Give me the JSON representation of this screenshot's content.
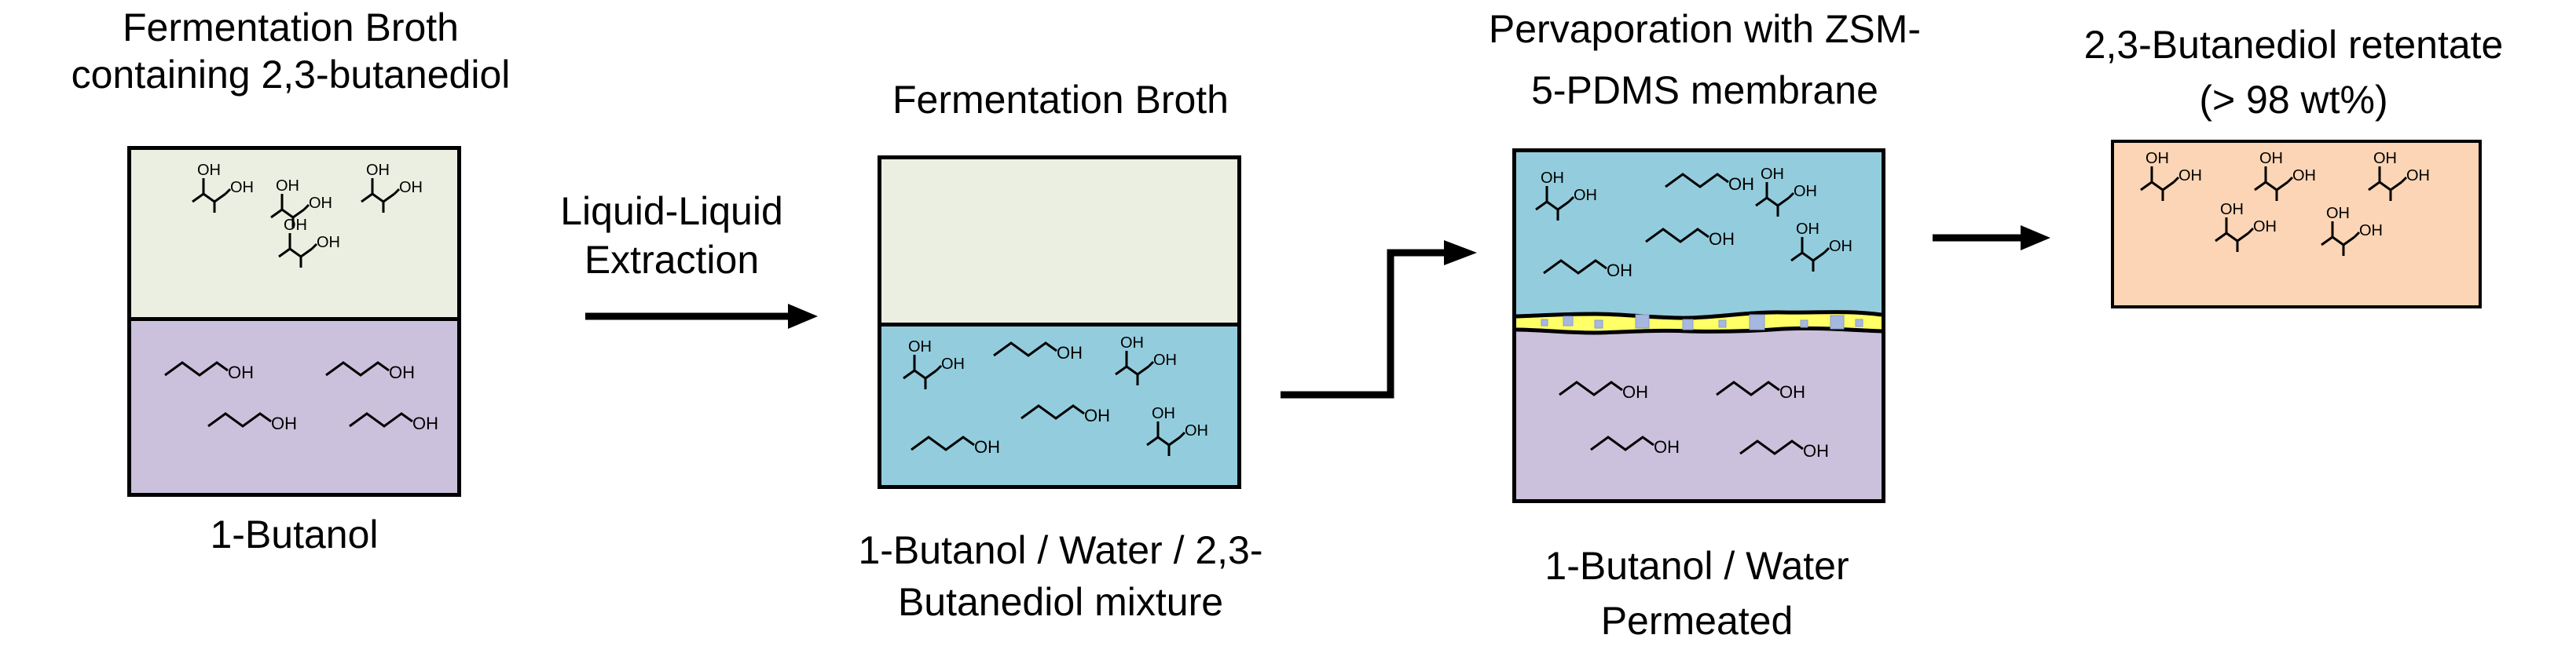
{
  "stage1": {
    "title_line1": "Fermentation Broth",
    "title_line2": "containing 2,3-butanediol",
    "bottom_label": "1-Butanol",
    "top_color": "#ebefe1",
    "bottom_color": "#cbc1dc"
  },
  "arrow1": {
    "label_line1": "Liquid-Liquid",
    "label_line2": "Extraction"
  },
  "stage2": {
    "title": "Fermentation Broth",
    "bottom_label_line1": "1-Butanol / Water / 2,3-",
    "bottom_label_line2": "Butanediol mixture",
    "top_color": "#ebefe1",
    "bottom_color": "#93cddd"
  },
  "stage3": {
    "title_line1": "Pervaporation with ZSM-",
    "title_line2": "5-PDMS membrane",
    "bottom_label_line1": "1-Butanol / Water",
    "bottom_label_line2": "Permeated",
    "top_color": "#93cddd",
    "membrane_color": "#ffff66",
    "particle_color": "#a6b8e0",
    "bottom_color": "#cbc1dc"
  },
  "stage4": {
    "title_line1": "2,3-Butanediol retentate",
    "title_line2": "(> 98 wt%)",
    "box_color": "#fbd5b5"
  },
  "molecules": {
    "hydroxyl_label": "OH"
  }
}
